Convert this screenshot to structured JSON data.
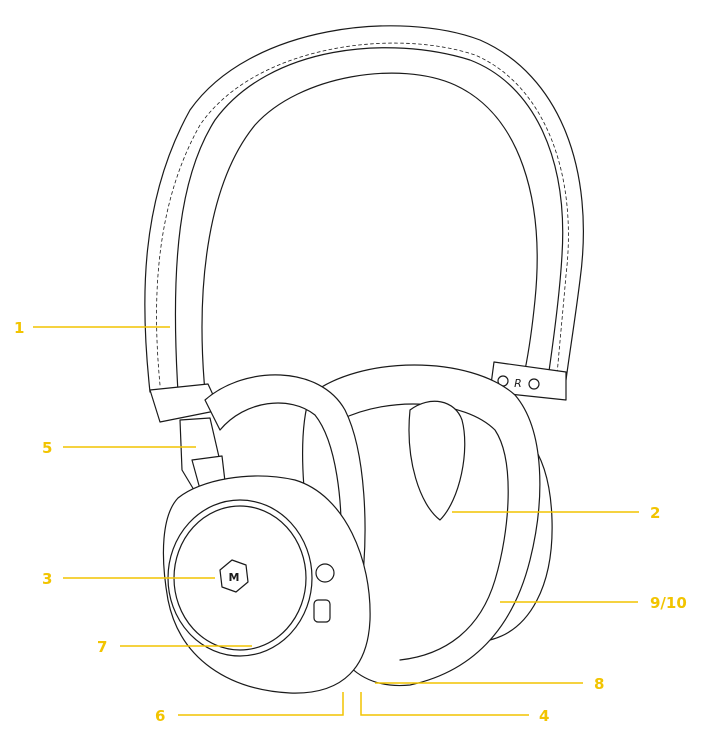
{
  "colors": {
    "callout": "#F2C400",
    "line_art": "#1a1a1a",
    "background": "#ffffff"
  },
  "callouts": [
    {
      "id": "c1",
      "label": "1"
    },
    {
      "id": "c2",
      "label": "2"
    },
    {
      "id": "c3",
      "label": "3"
    },
    {
      "id": "c4",
      "label": "4"
    },
    {
      "id": "c5",
      "label": "5"
    },
    {
      "id": "c6",
      "label": "6"
    },
    {
      "id": "c7",
      "label": "7"
    },
    {
      "id": "c8",
      "label": "8"
    },
    {
      "id": "c910",
      "label": "9/10"
    }
  ],
  "headphones": {
    "logo_text": "M",
    "side_marker_text": "R"
  }
}
